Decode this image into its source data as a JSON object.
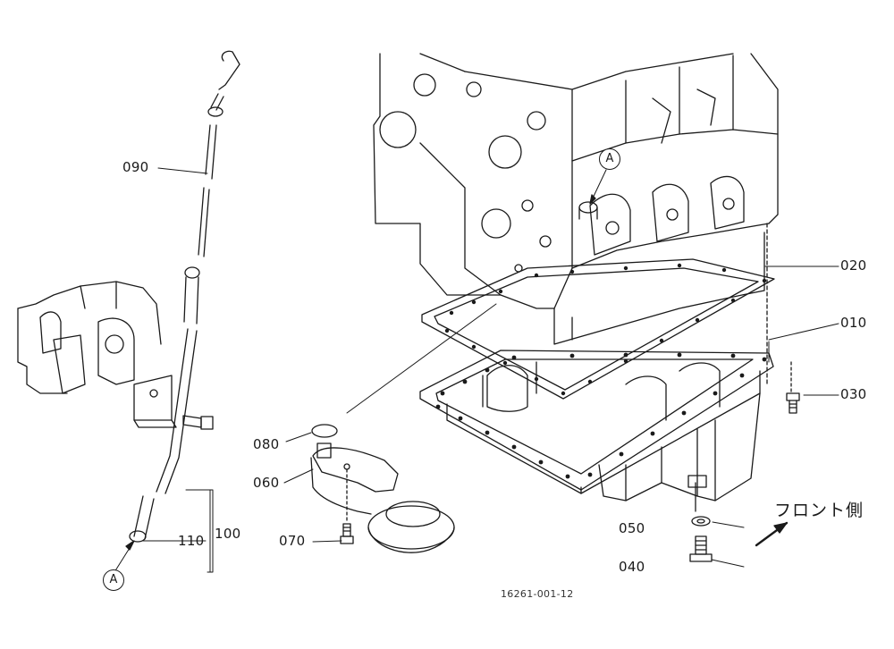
{
  "diagram": {
    "part_labels": {
      "p010": "010",
      "p020": "020",
      "p030": "030",
      "p040": "040",
      "p050": "050",
      "p060": "060",
      "p070": "070",
      "p080": "080",
      "p090": "090",
      "p100": "100",
      "p110": "110"
    },
    "reference_marks": {
      "ref_top": "A",
      "ref_bottom": "A"
    },
    "front_side_label": "フロント側",
    "drawing_code": "16261-001-12"
  },
  "colors": {
    "line": "#1a1a1a",
    "background": "#ffffff"
  }
}
